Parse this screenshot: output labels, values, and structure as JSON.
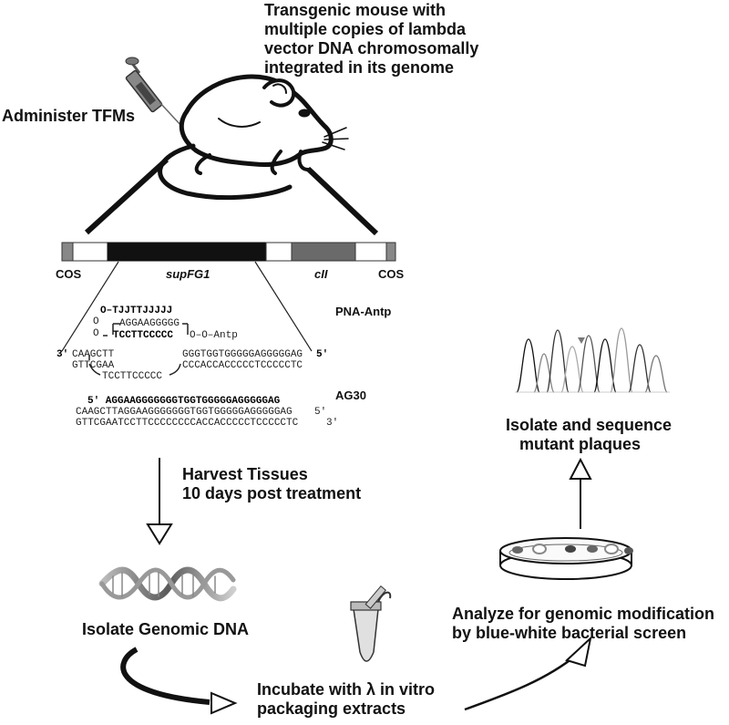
{
  "title_lines": [
    "Transgenic mouse with",
    "multiple copies of lambda",
    "vector DNA chromosomally",
    "integrated in its genome"
  ],
  "administer": "Administer TFMs",
  "gene_labels": {
    "cos_left": "COS",
    "supfg1": "supFG1",
    "cii": "cII",
    "cos_right": "COS"
  },
  "pna_label": "PNA-Antp",
  "pna": {
    "t_strand": "O–TJJTTJJJJJ",
    "o1": "O",
    "o2": "O",
    "purine": "AGGAAGGGGG",
    "pyrimidine": "TCCTTCCCCC",
    "antp": "O–O–Antp",
    "left_top": "CAAGCTT",
    "left_bottom": "GTTCGAA",
    "prime3": "3'",
    "right_top": "GGGTGGTGGGGGAGGGGGAG",
    "right_bottom": "CCCACCACCCCCTCCCCCTC",
    "prime5": "5'",
    "loop": "TCCTTCCCCC"
  },
  "ag30_label": "AG30",
  "ag30": {
    "oligo": "5' AGGAAGGGGGGGTGGTGGGGGAGGGGGAG",
    "top": "CAAGCTTAGGAAGGGGGGGTGGTGGGGGAGGGGGAG",
    "top_end": "5'",
    "bottom": "GTTCGAATCCTTCCCCCCCCACCACCCCCTCCCCCTC",
    "bottom_end": "3'"
  },
  "harvest": [
    "Harvest Tissues",
    "10 days post treatment"
  ],
  "isolate_dna": "Isolate Genomic DNA",
  "incubate": [
    "Incubate with λ in vitro",
    "packaging extracts"
  ],
  "analyze": [
    "Analyze for genomic modification",
    "by blue-white bacterial screen"
  ],
  "sequence": [
    "Isolate and sequence",
    "mutant plaques"
  ]
}
